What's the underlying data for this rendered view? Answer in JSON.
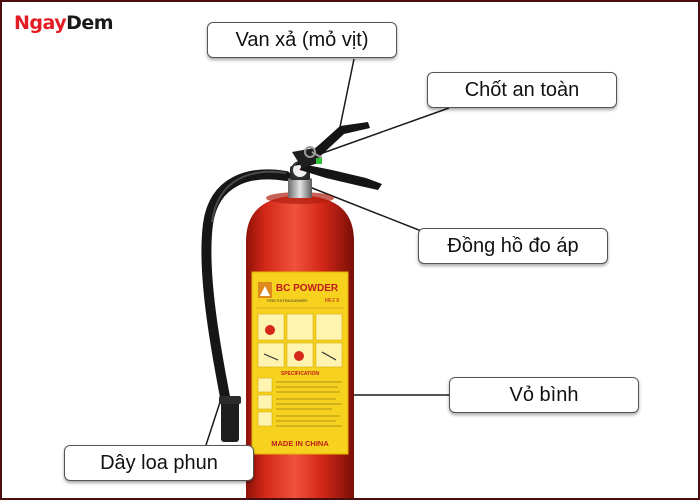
{
  "brand": {
    "part1": "Ngay",
    "part2": "Dem"
  },
  "labels": {
    "valve": "Van xả (mỏ vịt)",
    "safety_pin": "Chốt an toàn",
    "pressure_gauge": "Đồng hồ đo áp",
    "body": "Vỏ bình",
    "hose": "Dây loa phun"
  },
  "sticker": {
    "title": "BC POWDER",
    "subtitle": "FIRE EXTINGUISHER",
    "model": "MFZ 8",
    "specification": "SPECIFICATION",
    "made_in": "MADE IN CHINA"
  },
  "colors": {
    "cylinder": "#d42818",
    "sticker": "#f6d21f",
    "brand_red": "#e31b23",
    "frame": "#4a0e0e"
  }
}
